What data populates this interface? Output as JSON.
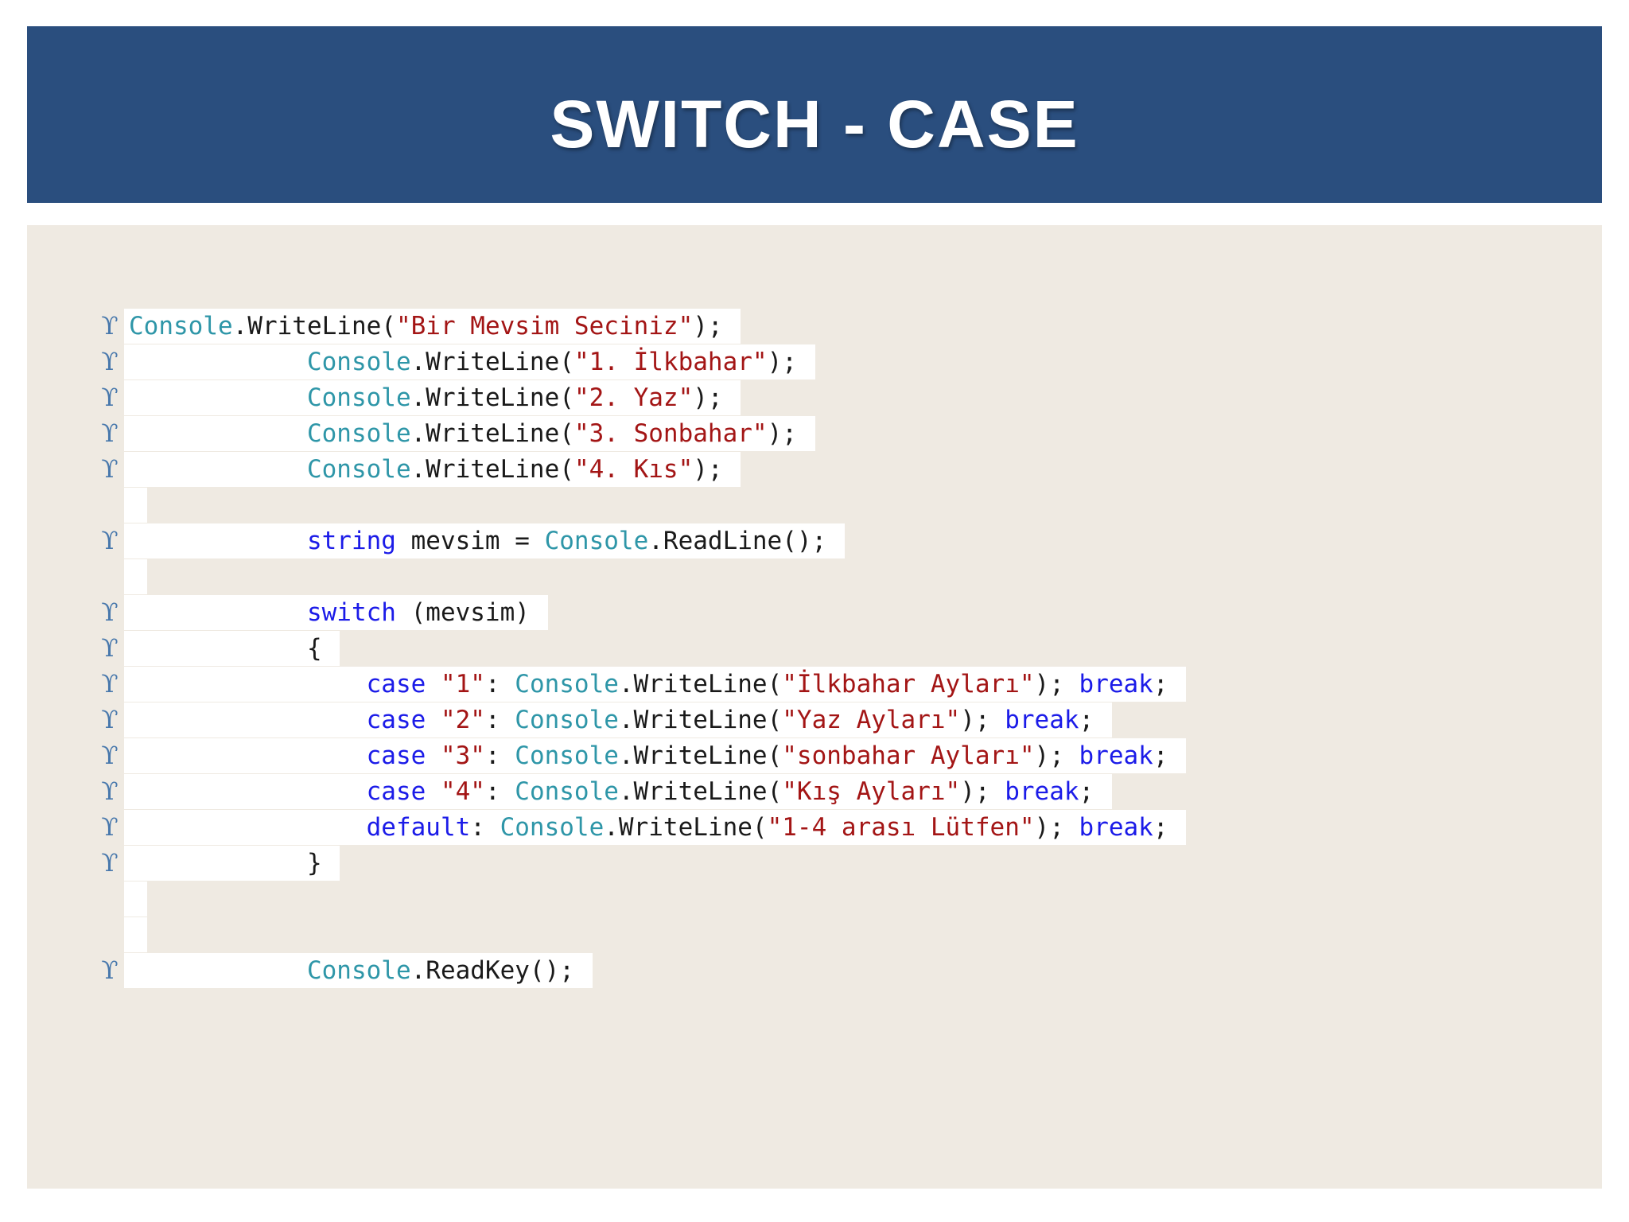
{
  "slide": {
    "title": "SWITCH - CASE"
  },
  "palette": {
    "page_bg": "#ffffff",
    "header_bg": "#2a4e7e",
    "title_color": "#ffffff",
    "body_bg": "#efeae2",
    "highlight_bg": "#ffffff",
    "bullet_color": "#4878ac",
    "code_plain": "#1a1a1a",
    "code_type": "#2e96a8",
    "code_keyword": "#1b1be8",
    "code_string": "#a31515"
  },
  "bullet_glyph": "ϒ",
  "code": {
    "lines": [
      {
        "bullet": true,
        "indent": 0,
        "segments": [
          [
            "type",
            "Console"
          ],
          [
            "plain",
            ".WriteLine("
          ],
          [
            "str",
            "\"Bir Mevsim Seciniz\""
          ],
          [
            "plain",
            ");"
          ]
        ]
      },
      {
        "bullet": true,
        "indent": 12,
        "segments": [
          [
            "type",
            "Console"
          ],
          [
            "plain",
            ".WriteLine("
          ],
          [
            "str",
            "\"1. İlkbahar\""
          ],
          [
            "plain",
            ");"
          ]
        ]
      },
      {
        "bullet": true,
        "indent": 12,
        "segments": [
          [
            "type",
            "Console"
          ],
          [
            "plain",
            ".WriteLine("
          ],
          [
            "str",
            "\"2. Yaz\""
          ],
          [
            "plain",
            ");"
          ]
        ]
      },
      {
        "bullet": true,
        "indent": 12,
        "segments": [
          [
            "type",
            "Console"
          ],
          [
            "plain",
            ".WriteLine("
          ],
          [
            "str",
            "\"3. Sonbahar\""
          ],
          [
            "plain",
            ");"
          ]
        ]
      },
      {
        "bullet": true,
        "indent": 12,
        "segments": [
          [
            "type",
            "Console"
          ],
          [
            "plain",
            ".WriteLine("
          ],
          [
            "str",
            "\"4. Kıs\""
          ],
          [
            "plain",
            ");"
          ]
        ]
      },
      {
        "bullet": false,
        "indent": 0,
        "segments": []
      },
      {
        "bullet": true,
        "indent": 12,
        "segments": [
          [
            "kw",
            "string"
          ],
          [
            "plain",
            " mevsim = "
          ],
          [
            "type",
            "Console"
          ],
          [
            "plain",
            ".ReadLine();"
          ]
        ]
      },
      {
        "bullet": false,
        "indent": 0,
        "segments": []
      },
      {
        "bullet": true,
        "indent": 12,
        "segments": [
          [
            "kw",
            "switch"
          ],
          [
            "plain",
            " (mevsim)"
          ]
        ]
      },
      {
        "bullet": true,
        "indent": 12,
        "segments": [
          [
            "plain",
            "{"
          ]
        ]
      },
      {
        "bullet": true,
        "indent": 16,
        "segments": [
          [
            "kw",
            "case"
          ],
          [
            "plain",
            " "
          ],
          [
            "str",
            "\"1\""
          ],
          [
            "plain",
            ": "
          ],
          [
            "type",
            "Console"
          ],
          [
            "plain",
            ".WriteLine("
          ],
          [
            "str",
            "\"İlkbahar Ayları\""
          ],
          [
            "plain",
            "); "
          ],
          [
            "kw",
            "break"
          ],
          [
            "plain",
            ";"
          ]
        ]
      },
      {
        "bullet": true,
        "indent": 16,
        "segments": [
          [
            "kw",
            "case"
          ],
          [
            "plain",
            " "
          ],
          [
            "str",
            "\"2\""
          ],
          [
            "plain",
            ": "
          ],
          [
            "type",
            "Console"
          ],
          [
            "plain",
            ".WriteLine("
          ],
          [
            "str",
            "\"Yaz Ayları\""
          ],
          [
            "plain",
            "); "
          ],
          [
            "kw",
            "break"
          ],
          [
            "plain",
            ";"
          ]
        ]
      },
      {
        "bullet": true,
        "indent": 16,
        "segments": [
          [
            "kw",
            "case"
          ],
          [
            "plain",
            " "
          ],
          [
            "str",
            "\"3\""
          ],
          [
            "plain",
            ": "
          ],
          [
            "type",
            "Console"
          ],
          [
            "plain",
            ".WriteLine("
          ],
          [
            "str",
            "\"sonbahar Ayları\""
          ],
          [
            "plain",
            "); "
          ],
          [
            "kw",
            "break"
          ],
          [
            "plain",
            ";"
          ]
        ]
      },
      {
        "bullet": true,
        "indent": 16,
        "segments": [
          [
            "kw",
            "case"
          ],
          [
            "plain",
            " "
          ],
          [
            "str",
            "\"4\""
          ],
          [
            "plain",
            ": "
          ],
          [
            "type",
            "Console"
          ],
          [
            "plain",
            ".WriteLine("
          ],
          [
            "str",
            "\"Kış Ayları\""
          ],
          [
            "plain",
            "); "
          ],
          [
            "kw",
            "break"
          ],
          [
            "plain",
            ";"
          ]
        ]
      },
      {
        "bullet": true,
        "indent": 16,
        "segments": [
          [
            "kw",
            "default"
          ],
          [
            "plain",
            ": "
          ],
          [
            "type",
            "Console"
          ],
          [
            "plain",
            ".WriteLine("
          ],
          [
            "str",
            "\"1-4 arası Lütfen\""
          ],
          [
            "plain",
            "); "
          ],
          [
            "kw",
            "break"
          ],
          [
            "plain",
            ";"
          ]
        ]
      },
      {
        "bullet": true,
        "indent": 12,
        "segments": [
          [
            "plain",
            "}"
          ]
        ]
      },
      {
        "bullet": false,
        "indent": 0,
        "segments": []
      },
      {
        "bullet": false,
        "indent": 0,
        "segments": []
      },
      {
        "bullet": true,
        "indent": 12,
        "segments": [
          [
            "type",
            "Console"
          ],
          [
            "plain",
            ".ReadKey();"
          ]
        ]
      }
    ]
  }
}
